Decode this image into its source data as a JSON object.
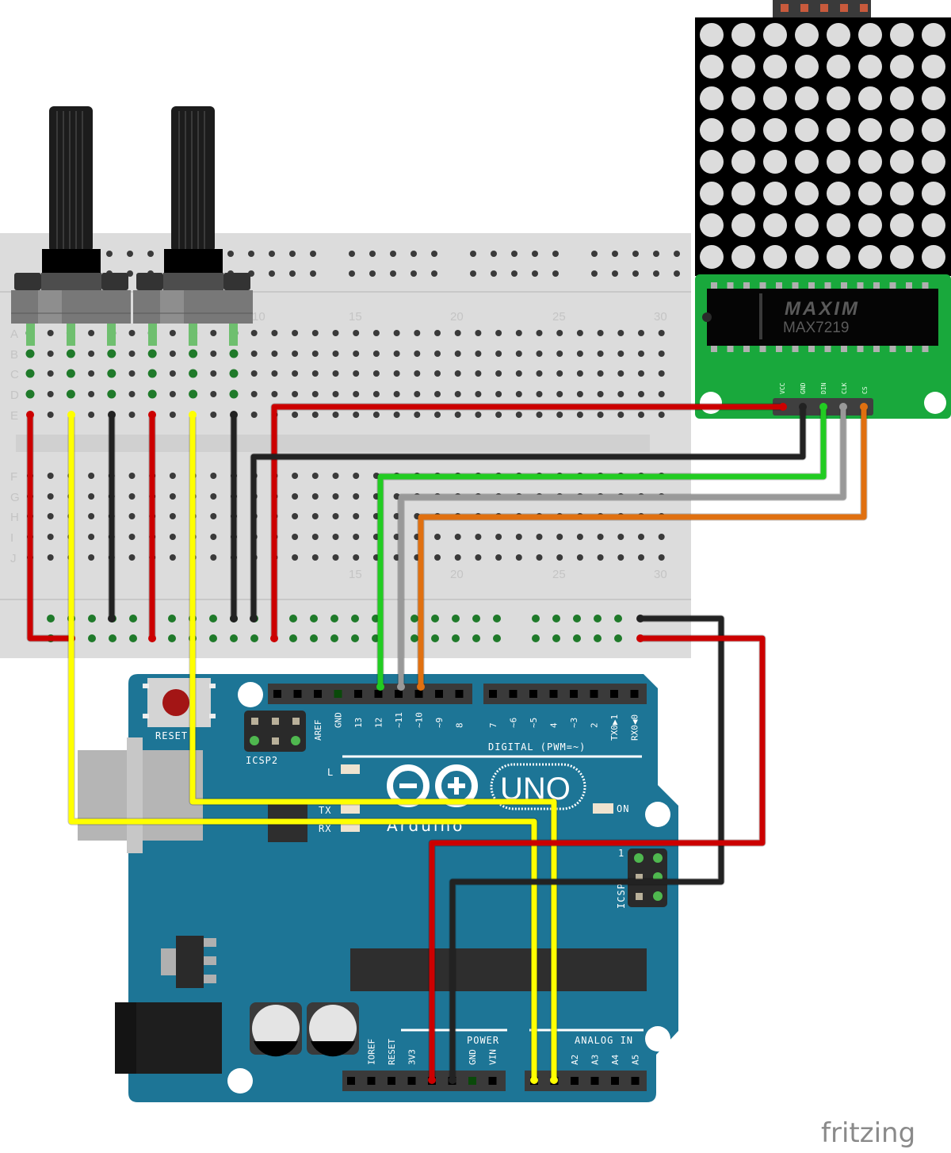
{
  "breadboard": {
    "column_labels_top": [
      "10",
      "15",
      "20",
      "25",
      "30"
    ],
    "column_labels_bottom": [
      "15",
      "20",
      "25",
      "30"
    ],
    "row_labels": [
      "A",
      "B",
      "C",
      "D",
      "E",
      "F",
      "G",
      "H",
      "I",
      "J"
    ]
  },
  "matrix_module": {
    "chip_brand": "MAXIM",
    "chip_model": "MAX7219",
    "pins": [
      "VCC",
      "GND",
      "DIN",
      "CLK",
      "CS"
    ],
    "led_rows": 8,
    "led_cols": 8
  },
  "arduino": {
    "reset_label": "RESET",
    "icsp2_label": "ICSP2",
    "icsp_label": "ICSP",
    "icsp_pin1_label": "1",
    "digital_pins": [
      "AREF",
      "GND",
      "13",
      "12",
      "~11",
      "~10",
      "~9",
      "8",
      "7",
      "~6",
      "~5",
      "4",
      "~3",
      "2",
      "TX0▶1",
      "RX0◀0"
    ],
    "digital_label": "DIGITAL (PWM=~)",
    "led_l": "L",
    "led_tx": "TX",
    "led_rx": "RX",
    "led_on": "ON",
    "logo_text": "UNO",
    "brand_text": "Arduino",
    "power_label": "POWER",
    "power_pins": [
      "IOREF",
      "RESET",
      "3V3",
      "5V",
      "GND",
      "GND",
      "VIN"
    ],
    "analog_label": "ANALOG IN",
    "analog_pins": [
      "A0",
      "A1",
      "A2",
      "A3",
      "A4",
      "A5"
    ]
  },
  "wires": {
    "red": "#cc0000",
    "black": "#222222",
    "yellow": "#ffff00",
    "green": "#22cc22",
    "gray": "#999999",
    "orange": "#e07010"
  },
  "colors": {
    "arduino_board": "#1d7596",
    "module_pcb": "#19a83c",
    "breadboard": "#dcdcdc"
  },
  "watermark": "fritzing"
}
